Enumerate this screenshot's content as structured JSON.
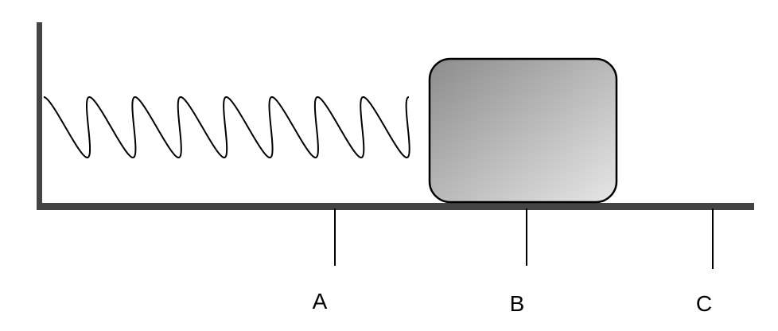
{
  "labels": {
    "a": "A",
    "b": "B",
    "c": "C"
  },
  "colors": {
    "structure": "#444444",
    "spring": "#000000",
    "tick": "#000000",
    "block_gradient_start": "#8c8c8c",
    "block_gradient_end": "#e6e6e6",
    "block_border": "#000000"
  }
}
